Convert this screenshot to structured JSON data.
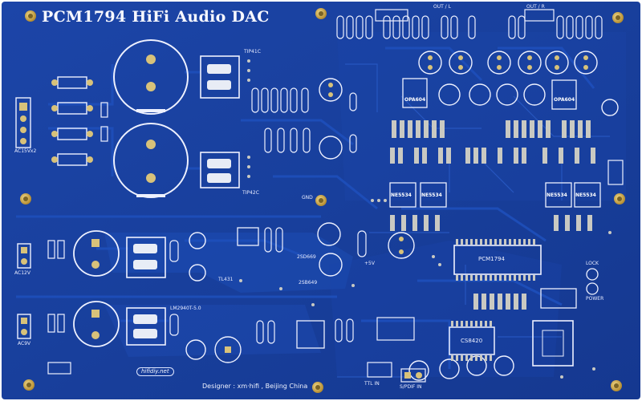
{
  "photo": {
    "subject": "pcb",
    "board_color": "#1a3f9e",
    "pad_color": "#c9c9c2",
    "mount_hole_color": "#c8a845"
  },
  "silkscreen": {
    "title": "PCM1794 HiFi Audio DAC",
    "designer": "Designer : xm·hifi , Beijing China",
    "website": "hifidiy.net",
    "labels": {
      "out_l": "OUT / L",
      "out_r": "OUT / R",
      "tip41c": "TIP41C",
      "tip42c": "TIP42C",
      "gnd": "GND",
      "ac15v2": "AC15Vx2",
      "ac12v": "AC12V",
      "ac9v": "AC9V",
      "lm2940": "LM2940T-5.0",
      "opa604_l": "OPA604",
      "opa604_r": "OPA604",
      "ne5534_a": "NE5534",
      "ne5534_b": "NE5534",
      "ne5534_c": "NE5534",
      "ne5534_d": "NE5534",
      "pcm1794": "PCM1794",
      "cs8420": "CS8420",
      "lock": "LOCK",
      "power": "POWER",
      "ttl_in": "TTL IN",
      "spdif_in": "S/PDIF IN",
      "ic_2sd669": "2SD669",
      "ic_2sb649": "2SB649",
      "ic_tl431": "TL431",
      "plus_5v": "+5V"
    }
  }
}
